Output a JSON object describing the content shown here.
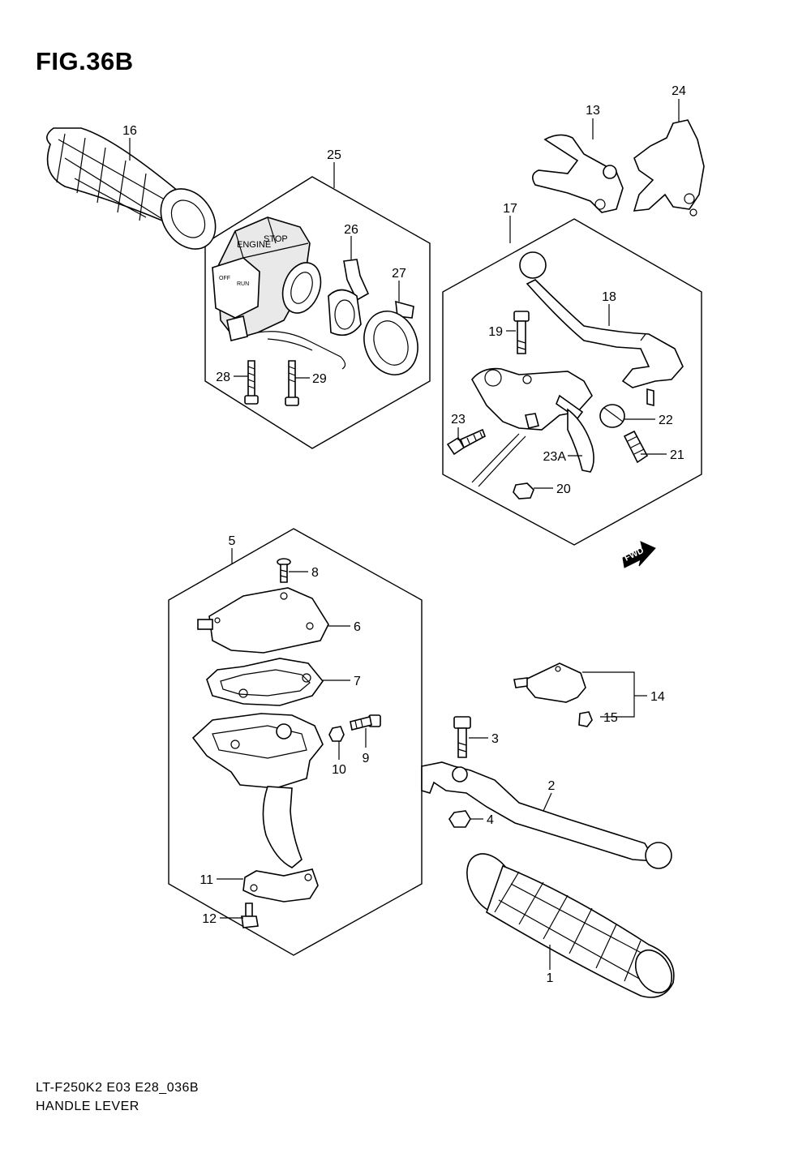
{
  "figure": {
    "title": "FIG.36B",
    "code": "LT-F250K2 E03 E28_036B",
    "name": "HANDLE LEVER"
  },
  "callouts": {
    "c1": "1",
    "c2": "2",
    "c3": "3",
    "c4": "4",
    "c5": "5",
    "c6": "6",
    "c7": "7",
    "c8": "8",
    "c9": "9",
    "c10": "10",
    "c11": "11",
    "c12": "12",
    "c13": "13",
    "c14": "14",
    "c15": "15",
    "c16": "16",
    "c17": "17",
    "c18": "18",
    "c19": "19",
    "c20": "20",
    "c21": "21",
    "c22": "22",
    "c23": "23",
    "c23a": "23A",
    "c24": "24",
    "c25": "25",
    "c26": "26",
    "c27": "27",
    "c28": "28",
    "c29": "29"
  },
  "markings": {
    "fwd": "FWD",
    "switch_engine": "ENGINE",
    "switch_stop": "STOP",
    "switch_off": "OFF",
    "switch_run": "RUN"
  }
}
